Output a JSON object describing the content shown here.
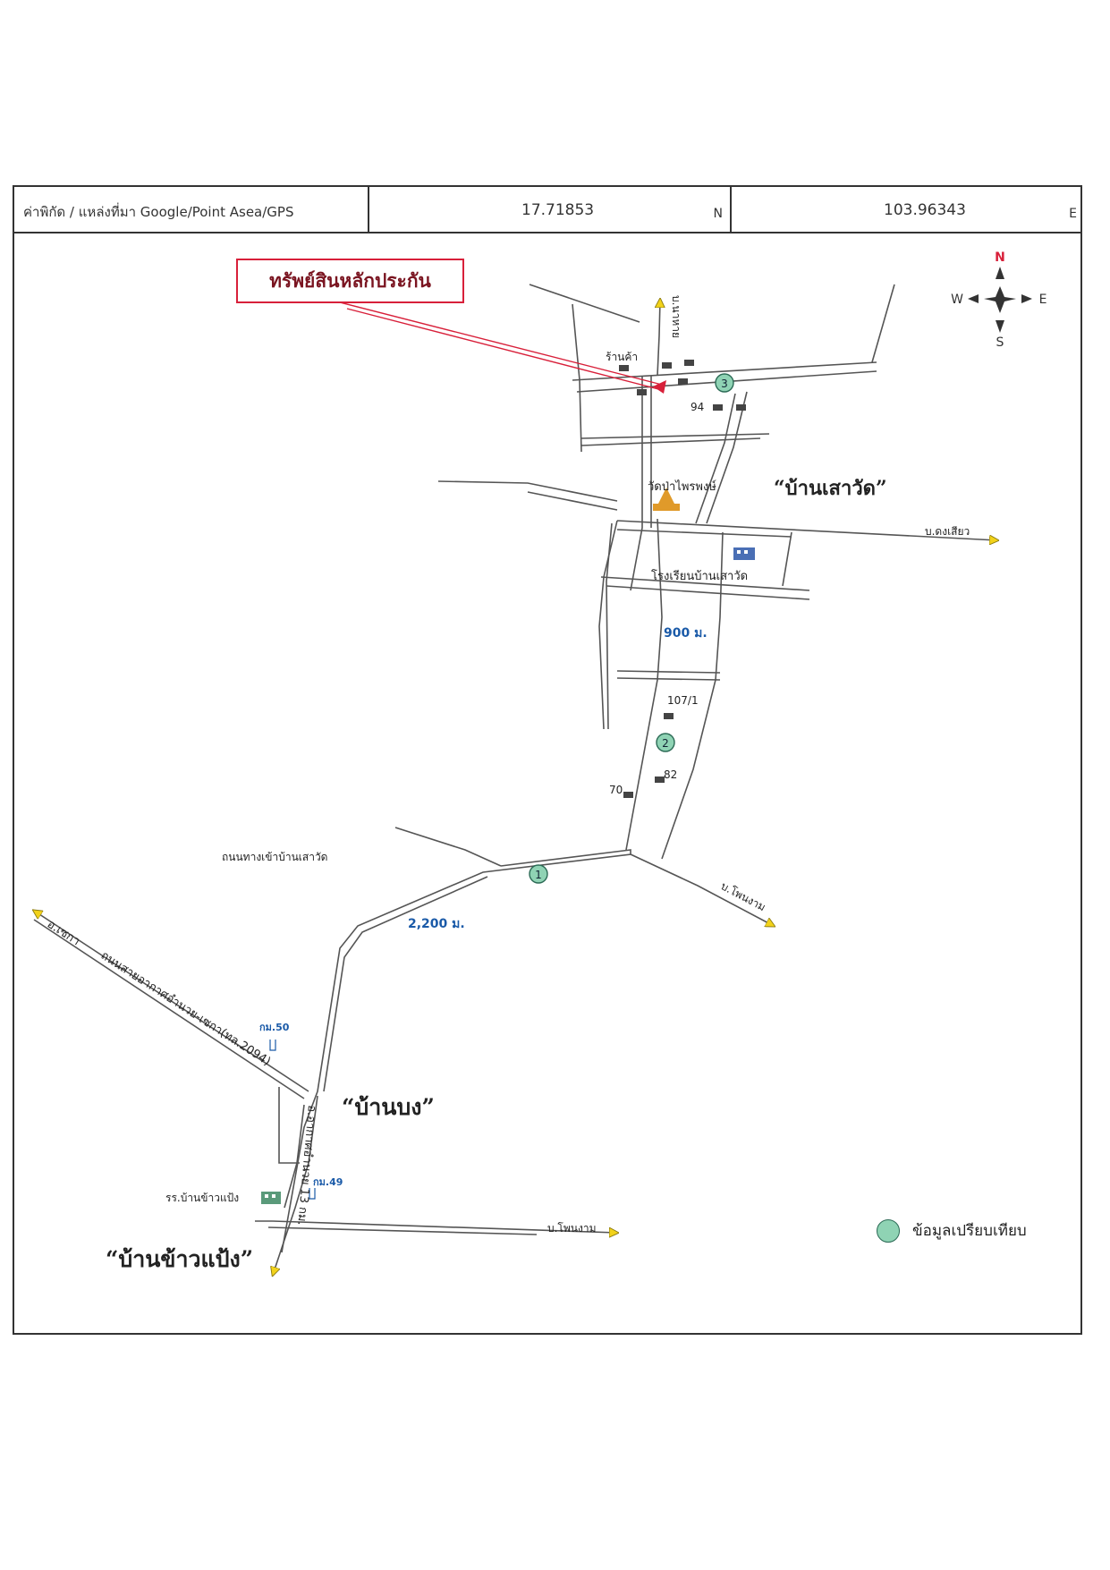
{
  "header": {
    "label": "ค่าพิกัด / แหล่งที่มา  Google/Point Asea/GPS",
    "latitude": "17.71853",
    "lat_unit": "N",
    "longitude": "103.96343",
    "lon_unit": "E"
  },
  "compass": {
    "n": "N",
    "s": "S",
    "w": "W",
    "e": "E"
  },
  "collateral_label": "ทรัพย์สินหลักประกัน",
  "villages": {
    "ban_sao_wat": "“บ้านเสาวัด”",
    "ban_bong": "“บ้านบง”",
    "ban_khao_paeng": "“บ้านข้าวแป้ง”"
  },
  "labels": {
    "ban_nahai": "บ.นาหาย",
    "ran_kha": "ร้านค้า",
    "house_94": "94",
    "wat": "วัดป่าไพรพงษ์",
    "ban_dongsiao": "บ.ดงเสียว",
    "school_sao_wat": "โรงเรียนบ้านเสาวัด",
    "dist_900": "900 ม.",
    "house_107": "107/1",
    "house_82": "82",
    "house_70": "70",
    "road_entrance": "ถนนทางเข้าบ้านเสาวัด",
    "ban_phon_ngam_1": "บ.โพนงาม",
    "dist_2200": "2,200 ม.",
    "a_seka": "อ.เซกา",
    "road_2094": "ถนนสายอากาศอำนวย-เซกา(ทล.2094)",
    "km50": "กม.50",
    "km49": "กม.49",
    "school_khao_paeng": "รร.บ้านข้าวแป้ง",
    "ban_phon_ngam_2": "บ.โพนงาม",
    "a_akat": "อ.อากาศอำนวย 13 กม."
  },
  "markers": [
    "1",
    "2",
    "3"
  ],
  "legend": {
    "text": "ข้อมูลเปรียบเทียบ"
  },
  "colors": {
    "road": "#555555",
    "arrow": "#f2d21a",
    "marker": "#8fd3b4",
    "pin": "#d8203a",
    "distance": "#1a5aa8"
  }
}
